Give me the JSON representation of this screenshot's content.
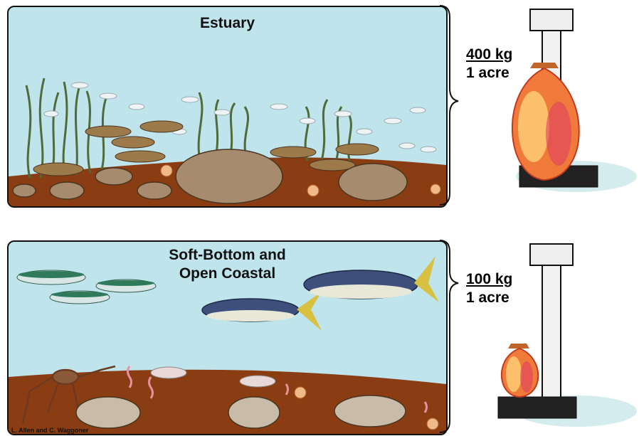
{
  "panels": [
    {
      "title_lines": [
        "Estuary"
      ],
      "weight": "400 kg",
      "area": "1 acre"
    },
    {
      "title_lines": [
        "Soft-Bottom and",
        "Open Coastal"
      ],
      "weight": "100 kg",
      "area": "1 acre"
    }
  ],
  "credit": "L. Allen and C. Waggoner",
  "colors": {
    "water": "#bfe4ec",
    "sediment": "#8a3c12",
    "seagrass": "#4f6b3a"
  }
}
